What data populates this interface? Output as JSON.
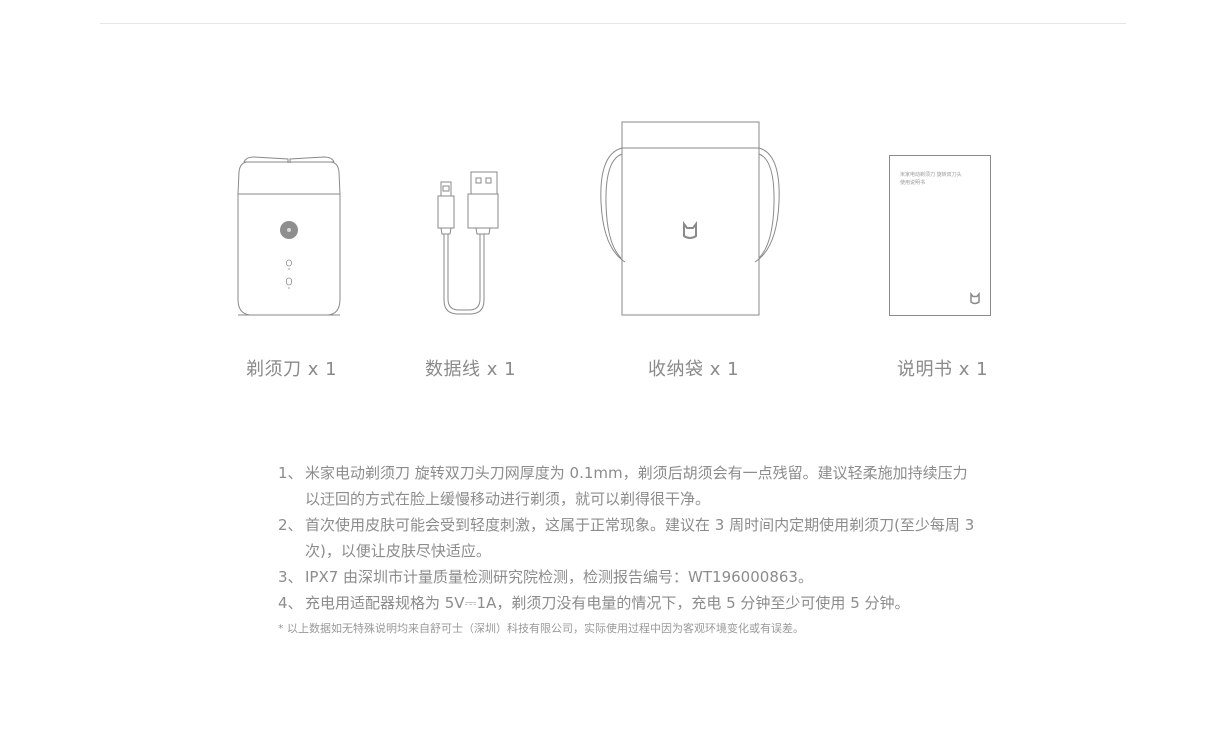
{
  "items": [
    {
      "id": "shaver",
      "icon": "shaver-icon",
      "label": "剃须刀 x 1"
    },
    {
      "id": "cable",
      "icon": "usb-cable-icon",
      "label": "数据线 x 1"
    },
    {
      "id": "pouch",
      "icon": "storage-pouch-icon",
      "label": "收纳袋 x 1"
    },
    {
      "id": "manual",
      "icon": "manual-icon",
      "label": "说明书 x 1"
    }
  ],
  "manual_cover": {
    "line1": "米家电动剃须刀 旋转双刀头",
    "line2": "使用说明书"
  },
  "notes": [
    {
      "num": "1、",
      "text": "米家电动剃须刀 旋转双刀头刀网厚度为 0.1mm，剃须后胡须会有一点残留。建议轻柔施加持续压力以迂回的方式在脸上缓慢移动进行剃须，就可以剃得很干净。"
    },
    {
      "num": "2、",
      "text": "首次使用皮肤可能会受到轻度刺激，这属于正常现象。建议在 3 周时间内定期使用剃须刀(至少每周 3 次)，以便让皮肤尽快适应。"
    },
    {
      "num": "3、",
      "text": "IPX7 由深圳市计量质量检测研究院检测，检测报告编号：WT196000863。"
    },
    {
      "num": "4、",
      "text": "充电用适配器规格为 5V⎓1A，剃须刀没有电量的情况下，充电 5 分钟至少可使用 5 分钟。"
    }
  ],
  "footnote": "* 以上数据如无特殊说明均来自舒可士（深圳）科技有限公司，实际使用过程中因为客观环境变化或有误差。",
  "colors": {
    "line": "#8a8a8a",
    "text": "#8c8c8c",
    "divider": "#e6e6e6"
  }
}
